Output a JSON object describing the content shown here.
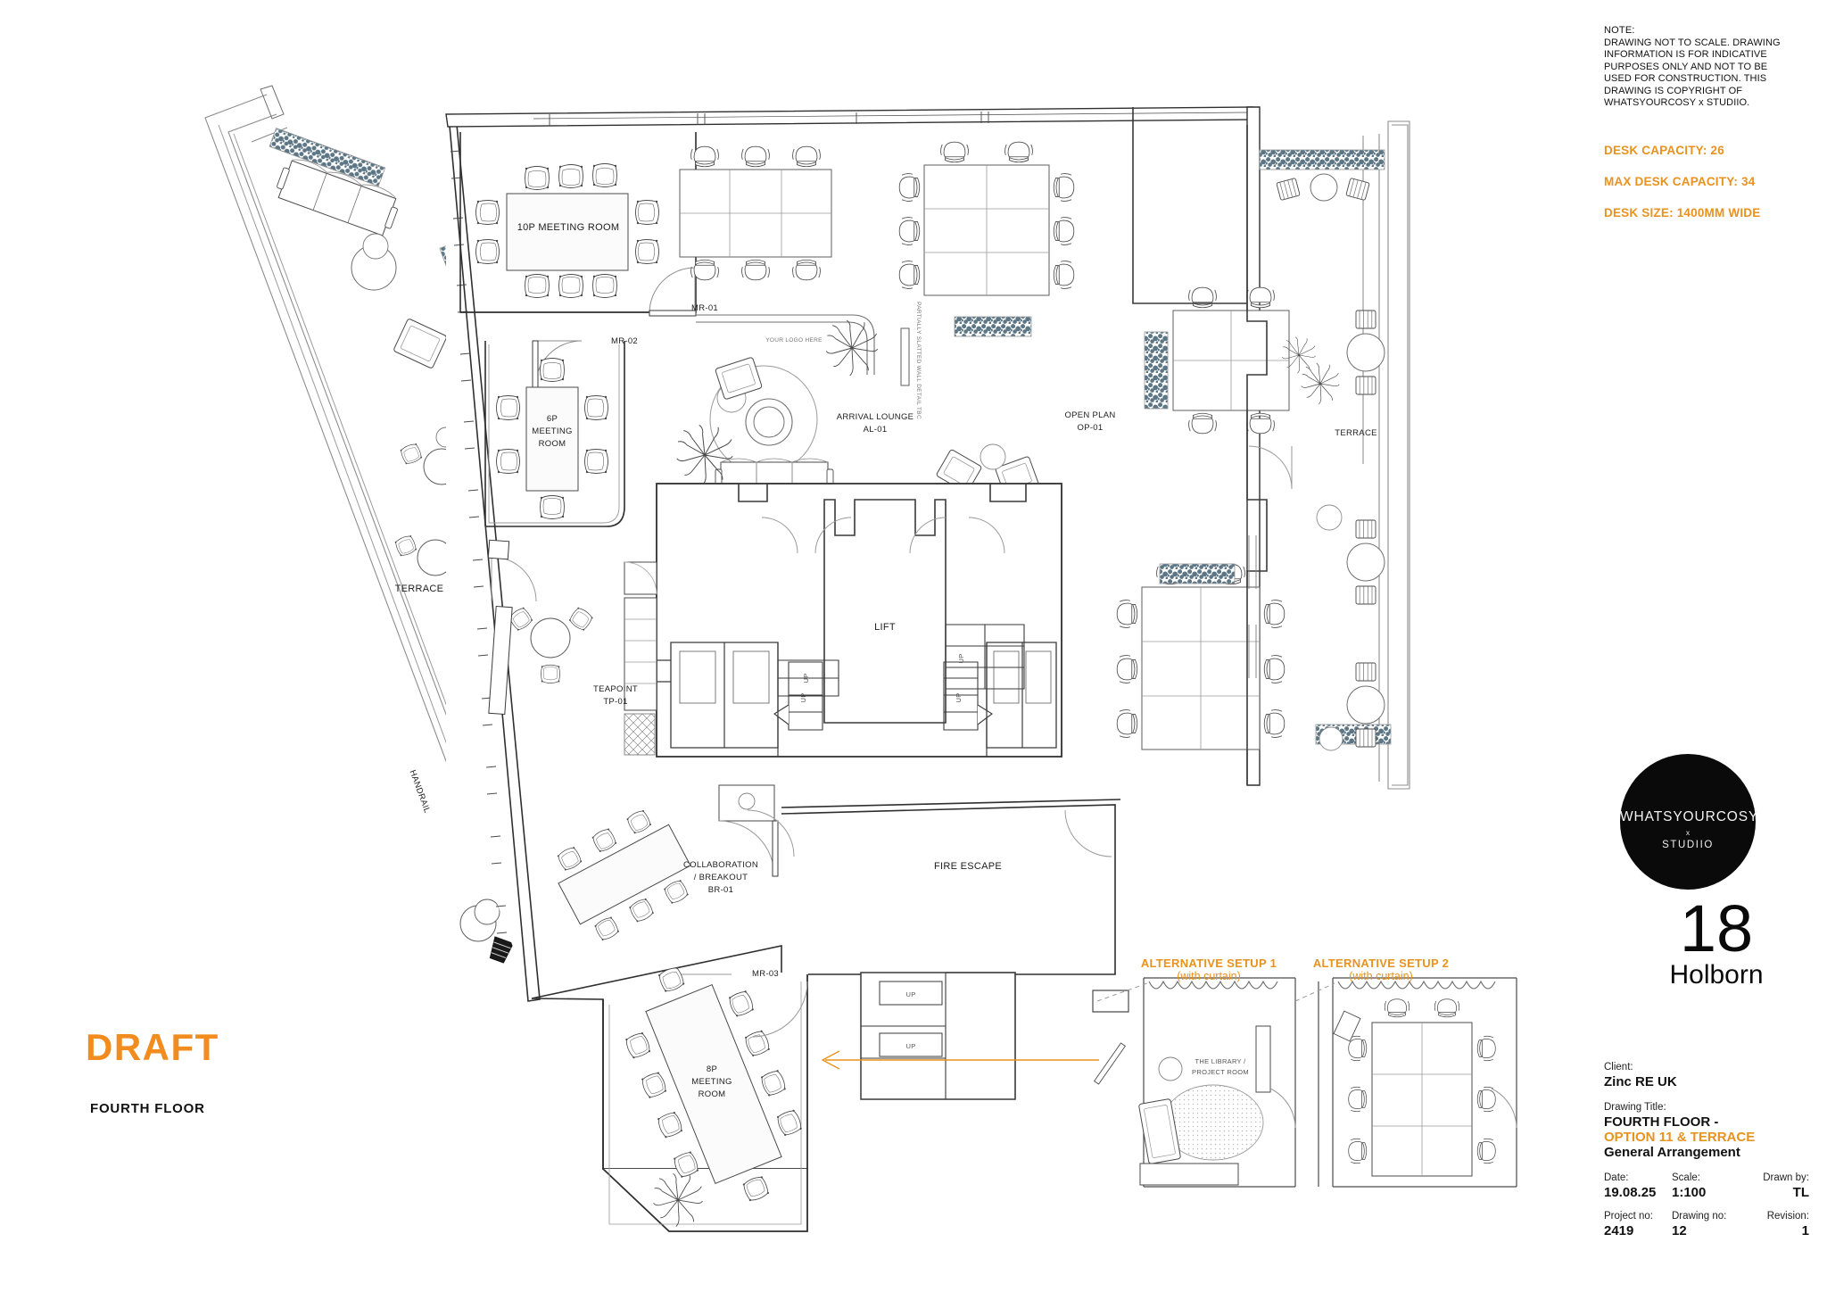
{
  "sheet": {
    "draft_stamp": "DRAFT",
    "floor_label": "FOURTH FLOOR"
  },
  "note": {
    "heading": "NOTE:",
    "body": "DRAWING NOT TO SCALE. DRAWING INFORMATION IS FOR INDICATIVE PURPOSES ONLY AND NOT TO BE USED FOR CONSTRUCTION. THIS DRAWING IS COPYRIGHT OF WHATSYOURCOSY x STUDIIO."
  },
  "capacity": {
    "desk_capacity": "DESK CAPACITY: 26",
    "max_desk_capacity": "MAX DESK CAPACITY: 34",
    "desk_size": "DESK SIZE: 1400MM WIDE"
  },
  "logo": {
    "brand_line_1": "WHATSYOURCOSY",
    "brand_line_2": "x",
    "brand_line_3": "STUDIIO",
    "building_number": "18",
    "building_name": "Holborn"
  },
  "title_block": {
    "client_label": "Client:",
    "client_value": "Zinc RE UK",
    "drawing_title_label": "Drawing Title:",
    "drawing_title_line_1": "FOURTH FLOOR -",
    "drawing_title_line_2": "OPTION 11 & TERRACE",
    "drawing_title_line_3": "General Arrangement",
    "date_label": "Date:",
    "date_value": "19.08.25",
    "scale_label": "Scale:",
    "scale_value": "1:100",
    "drawn_by_label": "Drawn by:",
    "drawn_by_value": "TL",
    "project_no_label": "Project no:",
    "project_no_value": "2419",
    "drawing_no_label": "Drawing no:",
    "drawing_no_value": "12",
    "revision_label": "Revision:",
    "revision_value": "1"
  },
  "alternative_setups": [
    {
      "title": "ALTERNATIVE SETUP 1",
      "subtitle": "(with curtain)"
    },
    {
      "title": "ALTERNATIVE SETUP 2",
      "subtitle": "(with curtain)"
    }
  ],
  "plan_labels": {
    "meeting_10p": "10P MEETING ROOM",
    "mr01": "MR-01",
    "mr02": "MR-02",
    "mr03": "MR-03",
    "meeting_6p_l1": "6P",
    "meeting_6p_l2": "MEETING",
    "meeting_6p_l3": "ROOM",
    "meeting_8p_l1": "8P",
    "meeting_8p_l2": "MEETING",
    "meeting_8p_l3": "ROOM",
    "arrival_lounge_l1": "ARRIVAL LOUNGE",
    "arrival_lounge_l2": "AL-01",
    "open_plan_l1": "OPEN PLAN",
    "open_plan_l2": "OP-01",
    "teapoint_l1": "TEAPOINT",
    "teapoint_l2": "TP-01",
    "collaboration_l1": "COLLABORATION",
    "collaboration_l2": "/ BREAKOUT",
    "collaboration_l3": "BR-01",
    "terrace_left": "TERRACE",
    "terrace_right": "TERRACE",
    "handrail": "HANDRAIL",
    "lift": "LIFT",
    "fire_escape": "FIRE ESCAPE",
    "up_1": "UP",
    "up_2": "UP",
    "up_3": "UP",
    "up_4": "UP",
    "up_5": "UP",
    "your_logo_here": "YOUR LOGO HERE",
    "slatted_wall": "PARTIALLY SLATTED WALL DETAIL TBC",
    "library_project_l1": "THE LIBRARY /",
    "library_project_l2": "PROJECT ROOM"
  },
  "colors": {
    "accent": "#E8921F",
    "draft": "#F28C1E",
    "planting": "#5C7685",
    "line": "#3a3a3a",
    "line_light": "#9a9a9a",
    "ink": "#111111"
  }
}
